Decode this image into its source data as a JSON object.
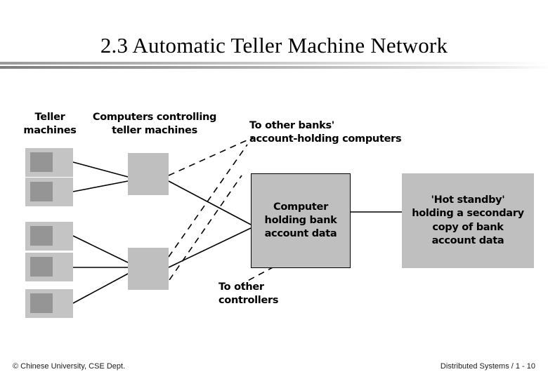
{
  "slide": {
    "title": "2.3 Automatic Teller Machine Network"
  },
  "diagram": {
    "labels": {
      "teller_machines": "Teller\nmachines",
      "computers_controlling": "Computers controlling\nteller machines",
      "to_other_banks": "To other banks'\naccount-holding computers",
      "to_other_controllers": "To other\ncontrollers"
    },
    "boxes": {
      "center": "Computer\nholding bank\naccount data",
      "standby": "'Hot standby'\nholding a secondary\ncopy of bank\naccount data"
    },
    "colors": {
      "box_fill": "#bfbfbf",
      "teller_fill": "#c4c4c4",
      "teller_screen": "#959595",
      "line": "#000000"
    },
    "teller_count": 5,
    "controller_count": 2
  },
  "footer": {
    "left": "© Chinese University, CSE Dept.",
    "right": "Distributed Systems / 1 - 10"
  }
}
